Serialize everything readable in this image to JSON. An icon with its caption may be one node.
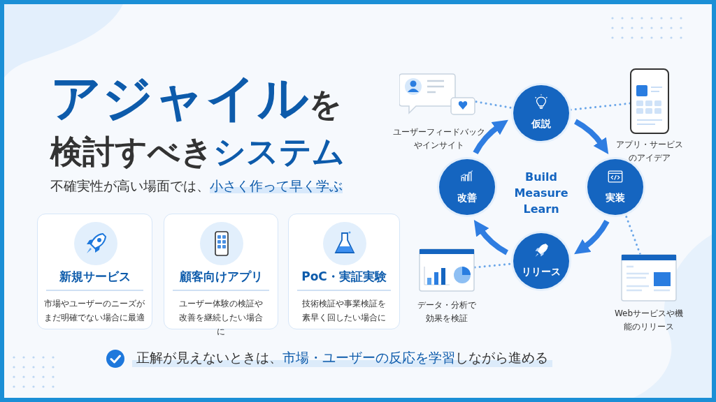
{
  "diagram": {
    "title": "**アジャイル**を検討すべき**システム**",
    "nodes": [
      {
        "text": [
          "新規サービス",
          "市場やユーザーのニーズがまだ明確でない場合に最適"
        ]
      },
      {
        "text": [
          "顧客向けアプリ",
          "ユーザー体験の検証や改善を継続したい場合に"
        ]
      },
      {
        "text": [
          "PoC・実証実験",
          "技術検証や事業検証を素早く回したい場合に"
        ]
      },
      {
        "text": [
          "仮説"
        ]
      },
      {
        "text": [
          "実装"
        ]
      },
      {
        "text": [
          "リリース"
        ]
      },
      {
        "text": [
          "改善"
        ]
      },
      {
        "text": [
          "ユーザーフィードバックやインサイト"
        ]
      },
      {
        "text": [
          "アプリ・サービスのアイデア"
        ]
      },
      {
        "text": [
          "Webサービスや機能のリリース"
        ]
      },
      {
        "text": [
          "データ・分析で効果を検証"
        ]
      }
    ],
    "edges": [
      {
        "from": 3,
        "to": 4,
        "arrow": "to",
        "style": "thick"
      },
      {
        "from": 4,
        "to": 5,
        "arrow": "to",
        "style": "thick"
      },
      {
        "from": 5,
        "to": 6,
        "arrow": "to",
        "style": "thick"
      },
      {
        "from": 6,
        "to": 3,
        "arrow": "to",
        "style": "thick"
      },
      {
        "from": 7,
        "to": 3,
        "arrow": "none",
        "style": "dashed"
      },
      {
        "from": 8,
        "to": 3,
        "arrow": "none",
        "style": "dashed"
      },
      {
        "from": 9,
        "to": 4,
        "arrow": "none",
        "style": "dashed"
      },
      {
        "from": 10,
        "to": 5,
        "arrow": "none",
        "style": "dashed"
      }
    ],
    "labels": [
      "不確実性が高い場面では、**小さく作って早く学ぶ**",
      "Build Measure Learn",
      "正解が見えないときは、**市場・ユーザーの反応を学習**しながら進める"
    ]
  }
}
